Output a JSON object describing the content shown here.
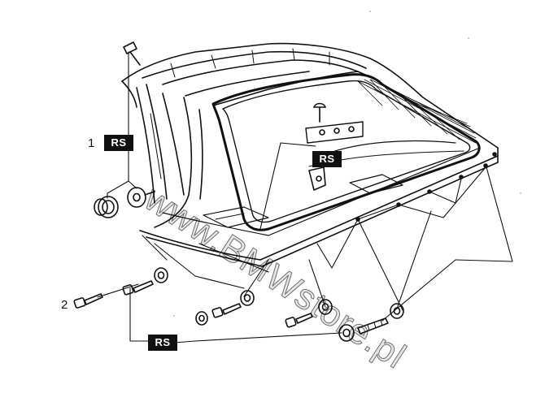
{
  "diagram": {
    "callouts": [
      {
        "number": "1",
        "tag": "RS"
      },
      {
        "number": "2"
      }
    ],
    "rs_tags": [
      "RS",
      "RS"
    ],
    "watermark": "www.BMWstore.pl",
    "colors": {
      "line": "#111111",
      "tag_bg": "#111111",
      "tag_text": "#ffffff"
    }
  }
}
